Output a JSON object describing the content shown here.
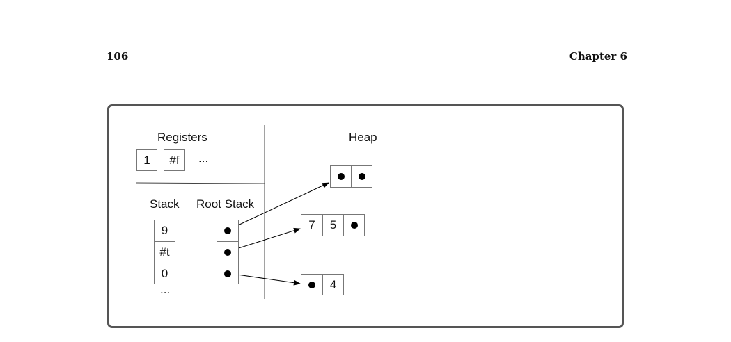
{
  "header": {
    "page_number": "106",
    "chapter": "Chapter 6"
  },
  "diagram": {
    "registers": {
      "title": "Registers",
      "cells": [
        "1",
        "#f"
      ],
      "more": "..."
    },
    "stack": {
      "title": "Stack",
      "cells": [
        "9",
        "#t",
        "0"
      ],
      "more": "..."
    },
    "root_stack": {
      "title": "Root Stack",
      "cells": [
        "pointer",
        "pointer",
        "pointer"
      ]
    },
    "heap": {
      "title": "Heap",
      "objects": [
        {
          "cells": [
            "pointer",
            "pointer"
          ]
        },
        {
          "cells": [
            "7",
            "5",
            "pointer"
          ]
        },
        {
          "cells": [
            "pointer",
            "4"
          ]
        }
      ]
    },
    "arrows": [
      {
        "from": "root_stack.0",
        "to": "heap.0"
      },
      {
        "from": "root_stack.1",
        "to": "heap.1"
      },
      {
        "from": "root_stack.2",
        "to": "heap.2"
      }
    ]
  }
}
